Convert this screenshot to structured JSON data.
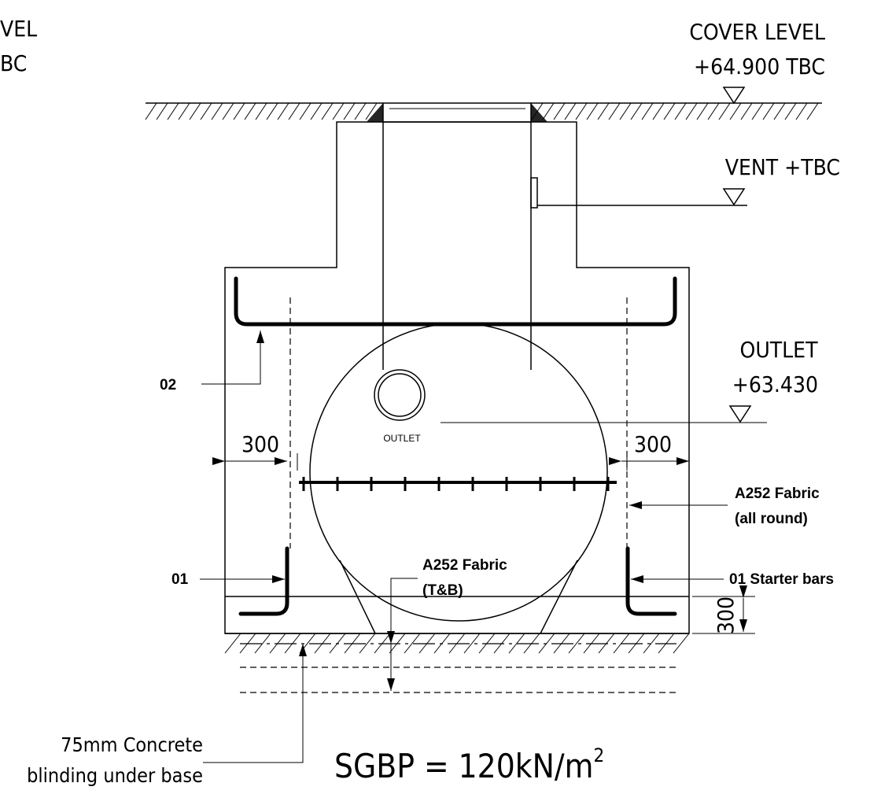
{
  "left_edge": {
    "line1": "VEL",
    "line2": "BC"
  },
  "cover_level": {
    "label": "COVER LEVEL",
    "value": "+64.900 TBC"
  },
  "vent": {
    "label": "VENT +TBC"
  },
  "outlet_level": {
    "label": "OUTLET",
    "value": "+63.430"
  },
  "outlet_pipe_label": "OUTLET",
  "dimensions": {
    "left_cover": "300",
    "right_cover": "300",
    "base_thickness": "300"
  },
  "callouts": {
    "bar_02": "02",
    "bar_01": "01",
    "fabric_all_round_line1": "A252 Fabric",
    "fabric_all_round_line2": "(all round)",
    "fabric_tb_line1": "A252 Fabric",
    "fabric_tb_line2": "(T&B)",
    "starter_bars": "01 Starter bars",
    "blinding_line1": "75mm Concrete",
    "blinding_line2": "blinding under base"
  },
  "sgbp": {
    "text": "SGBP = 120kN/m",
    "superscript": "2"
  }
}
